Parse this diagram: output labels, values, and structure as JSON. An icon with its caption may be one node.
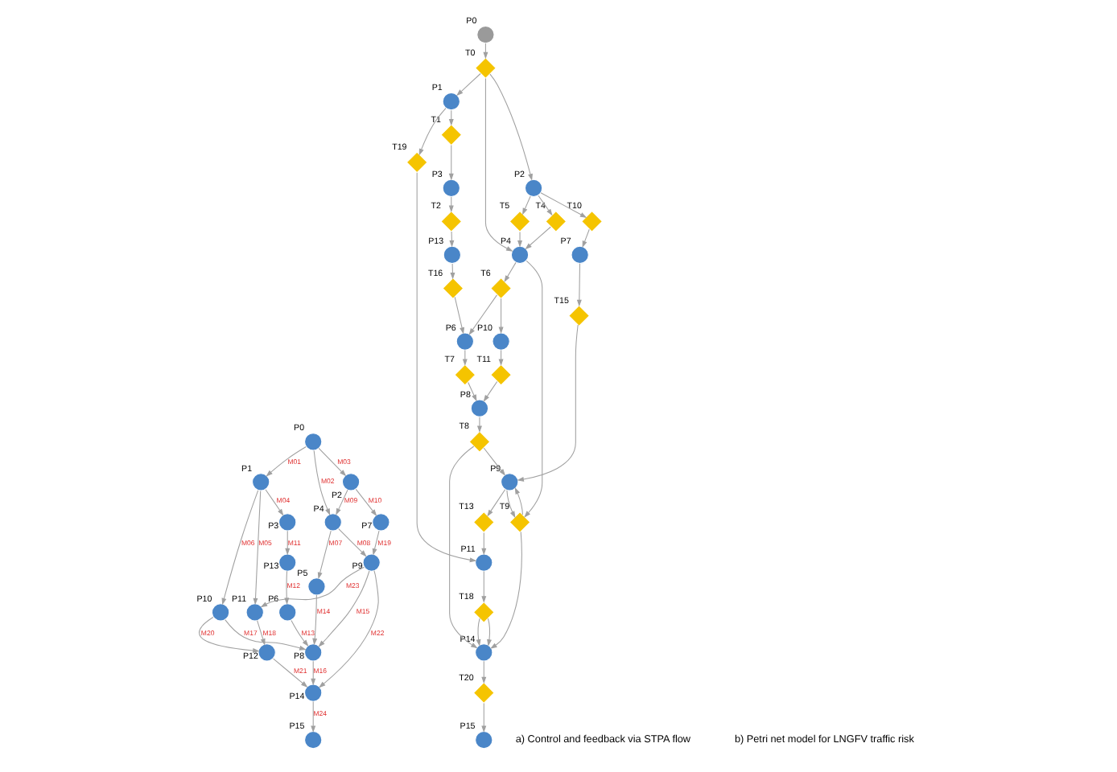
{
  "diagram": {
    "nodes": [
      {
        "text": [],
        "shape": "circle",
        "beside": [
          "P0"
        ]
      },
      {
        "text": [],
        "shape": "circle",
        "beside": [
          "P1"
        ]
      },
      {
        "text": [],
        "shape": "circle",
        "beside": [
          "P2"
        ]
      },
      {
        "text": [],
        "shape": "circle",
        "beside": [
          "P3"
        ]
      },
      {
        "text": [],
        "shape": "circle",
        "beside": [
          "P4"
        ]
      },
      {
        "text": [],
        "shape": "circle",
        "beside": [
          "P5"
        ]
      },
      {
        "text": [],
        "shape": "circle",
        "beside": [
          "P6"
        ]
      },
      {
        "text": [],
        "shape": "circle",
        "beside": [
          "P7"
        ]
      },
      {
        "text": [],
        "shape": "circle",
        "beside": [
          "P8"
        ]
      },
      {
        "text": [],
        "shape": "circle",
        "beside": [
          "P9"
        ]
      },
      {
        "text": [],
        "shape": "circle",
        "beside": [
          "P10"
        ]
      },
      {
        "text": [],
        "shape": "circle",
        "beside": [
          "P11"
        ]
      },
      {
        "text": [],
        "shape": "circle",
        "beside": [
          "P12"
        ]
      },
      {
        "text": [],
        "shape": "circle",
        "beside": [
          "P13"
        ]
      },
      {
        "text": [],
        "shape": "circle",
        "beside": [
          "P14"
        ]
      },
      {
        "text": [],
        "shape": "circle",
        "beside": [
          "P15"
        ]
      },
      {
        "text": [],
        "shape": "circle",
        "beside": [
          "P0"
        ]
      },
      {
        "text": [],
        "shape": "diamond",
        "beside": [
          "T0"
        ]
      },
      {
        "text": [],
        "shape": "circle",
        "beside": [
          "P1"
        ]
      },
      {
        "text": [],
        "shape": "diamond",
        "beside": [
          "T1"
        ]
      },
      {
        "text": [],
        "shape": "circle",
        "beside": [
          "P3"
        ]
      },
      {
        "text": [],
        "shape": "diamond",
        "beside": [
          "T2"
        ]
      },
      {
        "text": [],
        "shape": "circle",
        "beside": [
          "P13"
        ]
      },
      {
        "text": [],
        "shape": "diamond",
        "beside": [
          "T16"
        ]
      },
      {
        "text": [],
        "shape": "circle",
        "beside": [
          "P6"
        ]
      },
      {
        "text": [],
        "shape": "diamond",
        "beside": [
          "T7"
        ]
      },
      {
        "text": [],
        "shape": "circle",
        "beside": [
          "P8"
        ]
      },
      {
        "text": [],
        "shape": "diamond",
        "beside": [
          "T8"
        ]
      },
      {
        "text": [],
        "shape": "circle",
        "beside": [
          "P14"
        ]
      },
      {
        "text": [],
        "shape": "diamond",
        "beside": [
          "T20"
        ]
      },
      {
        "text": [],
        "shape": "circle",
        "beside": [
          "P15"
        ]
      },
      {
        "text": [],
        "shape": "circle",
        "beside": [
          "P2"
        ]
      },
      {
        "text": [],
        "shape": "diamond",
        "beside": [
          "T4"
        ]
      },
      {
        "text": [],
        "shape": "diamond",
        "beside": [
          "T5"
        ]
      },
      {
        "text": [],
        "shape": "circle",
        "beside": [
          "P4"
        ]
      },
      {
        "text": [],
        "shape": "diamond",
        "beside": [
          "T6"
        ]
      },
      {
        "text": [],
        "shape": "circle",
        "beside": [
          "P10"
        ]
      },
      {
        "text": [],
        "shape": "diamond",
        "beside": [
          "T11"
        ]
      },
      {
        "text": [],
        "shape": "circle",
        "beside": [
          "P9"
        ]
      },
      {
        "text": [],
        "shape": "diamond",
        "beside": [
          "T9"
        ]
      },
      {
        "text": [],
        "shape": "diamond",
        "beside": [
          "T19"
        ]
      },
      {
        "text": [],
        "shape": "diamond",
        "beside": [
          "T13"
        ]
      },
      {
        "text": [],
        "shape": "circle",
        "beside": [
          "P11"
        ]
      },
      {
        "text": [],
        "shape": "diamond",
        "beside": [
          "T18"
        ]
      },
      {
        "text": [],
        "shape": "diamond",
        "beside": [
          "T10"
        ]
      },
      {
        "text": [],
        "shape": "circle",
        "beside": [
          "P7"
        ]
      },
      {
        "text": [],
        "shape": "diamond",
        "beside": [
          "T15"
        ]
      }
    ],
    "edges": [
      {
        "from": 0,
        "to": 1,
        "arrow": "to",
        "label": "M01"
      },
      {
        "from": 0,
        "to": 4,
        "arrow": "to",
        "label": "M02"
      },
      {
        "from": 0,
        "to": 2,
        "arrow": "to",
        "label": "M03"
      },
      {
        "from": 1,
        "to": 3,
        "arrow": "to",
        "label": "M04"
      },
      {
        "from": 1,
        "to": 11,
        "arrow": "to",
        "label": "M05"
      },
      {
        "from": 1,
        "to": 10,
        "arrow": "to",
        "label": "M06"
      },
      {
        "from": 4,
        "to": 5,
        "arrow": "to",
        "label": "M07"
      },
      {
        "from": 4,
        "to": 9,
        "arrow": "to",
        "label": "M08"
      },
      {
        "from": 2,
        "to": 4,
        "arrow": "to",
        "label": "M09"
      },
      {
        "from": 2,
        "to": 7,
        "arrow": "to",
        "label": "M10"
      },
      {
        "from": 3,
        "to": 13,
        "arrow": "to",
        "label": "M11"
      },
      {
        "from": 13,
        "to": 6,
        "arrow": "to",
        "label": "M12"
      },
      {
        "from": 6,
        "to": 8,
        "arrow": "to",
        "label": "M13"
      },
      {
        "from": 5,
        "to": 8,
        "arrow": "to",
        "label": "M14"
      },
      {
        "from": 9,
        "to": 8,
        "arrow": "to",
        "label": "M15"
      },
      {
        "from": 8,
        "to": 14,
        "arrow": "to",
        "label": "M16"
      },
      {
        "from": 10,
        "to": 8,
        "arrow": "to",
        "label": "M17"
      },
      {
        "from": 11,
        "to": 12,
        "arrow": "to",
        "label": "M18"
      },
      {
        "from": 7,
        "to": 9,
        "arrow": "to",
        "label": "M19"
      },
      {
        "from": 10,
        "to": 12,
        "arrow": "to",
        "label": "M20"
      },
      {
        "from": 12,
        "to": 14,
        "arrow": "to",
        "label": "M21"
      },
      {
        "from": 9,
        "to": 14,
        "arrow": "to",
        "label": "M22"
      },
      {
        "from": 9,
        "to": 11,
        "arrow": "to",
        "label": "M23"
      },
      {
        "from": 14,
        "to": 15,
        "arrow": "to",
        "label": "M24"
      },
      {
        "from": 16,
        "to": 17,
        "arrow": "to"
      },
      {
        "from": 17,
        "to": 18,
        "arrow": "to"
      },
      {
        "from": 17,
        "to": 31,
        "arrow": "to"
      },
      {
        "from": 17,
        "to": 34,
        "arrow": "to"
      },
      {
        "from": 18,
        "to": 19,
        "arrow": "to"
      },
      {
        "from": 19,
        "to": 20,
        "arrow": "to"
      },
      {
        "from": 20,
        "to": 21,
        "arrow": "to"
      },
      {
        "from": 21,
        "to": 22,
        "arrow": "to"
      },
      {
        "from": 22,
        "to": 23,
        "arrow": "to"
      },
      {
        "from": 23,
        "to": 24,
        "arrow": "to"
      },
      {
        "from": 24,
        "to": 25,
        "arrow": "to"
      },
      {
        "from": 25,
        "to": 26,
        "arrow": "to"
      },
      {
        "from": 26,
        "to": 27,
        "arrow": "to"
      },
      {
        "from": 27,
        "to": 28,
        "arrow": "to"
      },
      {
        "from": 27,
        "to": 38,
        "arrow": "to"
      },
      {
        "from": 28,
        "to": 29,
        "arrow": "to"
      },
      {
        "from": 29,
        "to": 30,
        "arrow": "to"
      },
      {
        "from": 31,
        "to": 32,
        "arrow": "to"
      },
      {
        "from": 32,
        "to": 34,
        "arrow": "to"
      },
      {
        "from": 31,
        "to": 33,
        "arrow": "to"
      },
      {
        "from": 33,
        "to": 34,
        "arrow": "to"
      },
      {
        "from": 34,
        "to": 35,
        "arrow": "to"
      },
      {
        "from": 35,
        "to": 24,
        "arrow": "to"
      },
      {
        "from": 35,
        "to": 36,
        "arrow": "to"
      },
      {
        "from": 36,
        "to": 37,
        "arrow": "to"
      },
      {
        "from": 37,
        "to": 26,
        "arrow": "to"
      },
      {
        "from": 34,
        "to": 39,
        "arrow": "to"
      },
      {
        "from": 31,
        "to": 44,
        "arrow": "to"
      },
      {
        "from": 44,
        "to": 45,
        "arrow": "to"
      },
      {
        "from": 45,
        "to": 46,
        "arrow": "to"
      },
      {
        "from": 46,
        "to": 38,
        "arrow": "to"
      },
      {
        "from": 38,
        "to": 39,
        "arrow": "to"
      },
      {
        "from": 39,
        "to": 38,
        "arrow": "to"
      },
      {
        "from": 38,
        "to": 41,
        "arrow": "to"
      },
      {
        "from": 41,
        "to": 42,
        "arrow": "to"
      },
      {
        "from": 39,
        "to": 28,
        "arrow": "to"
      },
      {
        "from": 18,
        "to": 40,
        "arrow": "to"
      },
      {
        "from": 40,
        "to": 42,
        "arrow": "to"
      },
      {
        "from": 42,
        "to": 43,
        "arrow": "to"
      },
      {
        "from": 43,
        "to": 28,
        "arrow": "to"
      },
      {
        "from": 43,
        "to": 28,
        "arrow": "to"
      }
    ],
    "labels": [
      "a) Control and feedback via STPA flow",
      "b) Petri net model for LNGFV traffic risk"
    ]
  }
}
